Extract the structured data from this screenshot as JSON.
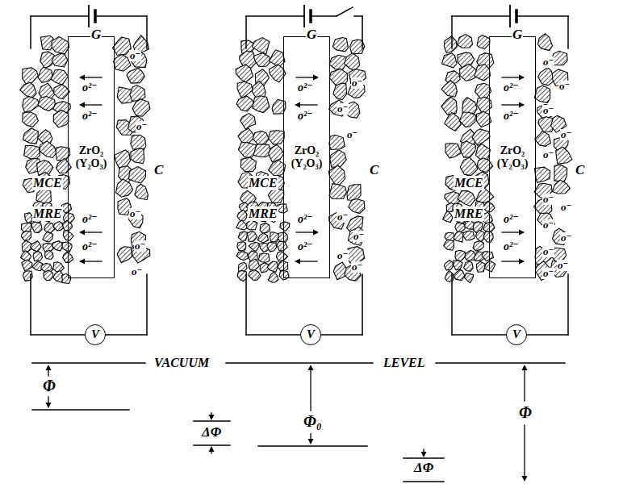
{
  "diagram": {
    "nodes": [
      {
        "text": [
          "ZrO₂ (Y₂O₃)"
        ]
      },
      {
        "text": [
          "V"
        ]
      },
      {
        "text": [
          "ZrO₂ (Y₂O₃)"
        ]
      },
      {
        "text": [
          "V"
        ]
      },
      {
        "text": [
          "ZrO₂ (Y₂O₃)"
        ]
      },
      {
        "text": [
          "V"
        ]
      }
    ],
    "labels": [
      "G",
      "MCE",
      "MRE",
      "C",
      "o²⁻",
      "o²⁻",
      "o²⁻",
      "o²⁻",
      "o⁻",
      "o⁻",
      "o⁻",
      "o⁻",
      "o⁻",
      "G",
      "MCE",
      "MRE",
      "C",
      "o²⁻",
      "o²⁻",
      "o²⁻",
      "o²⁻",
      "o⁻",
      "o⁻",
      "o⁻",
      "o⁻",
      "o⁻",
      "o⁻",
      "o⁻",
      "G",
      "MCE",
      "MRE",
      "C",
      "o²⁻",
      "o²⁻",
      "o²⁻",
      "o²⁻",
      "o⁻",
      "o⁻",
      "o⁻",
      "o⁻",
      "o⁻",
      "o⁻",
      "o⁻",
      "o⁻",
      "o⁻",
      "o⁻",
      "o⁻",
      "o⁻",
      "VACUUM",
      "LEVEL",
      "Φ",
      "ΔΦ",
      "Φ₀",
      "ΔΦ",
      "Φ"
    ]
  }
}
